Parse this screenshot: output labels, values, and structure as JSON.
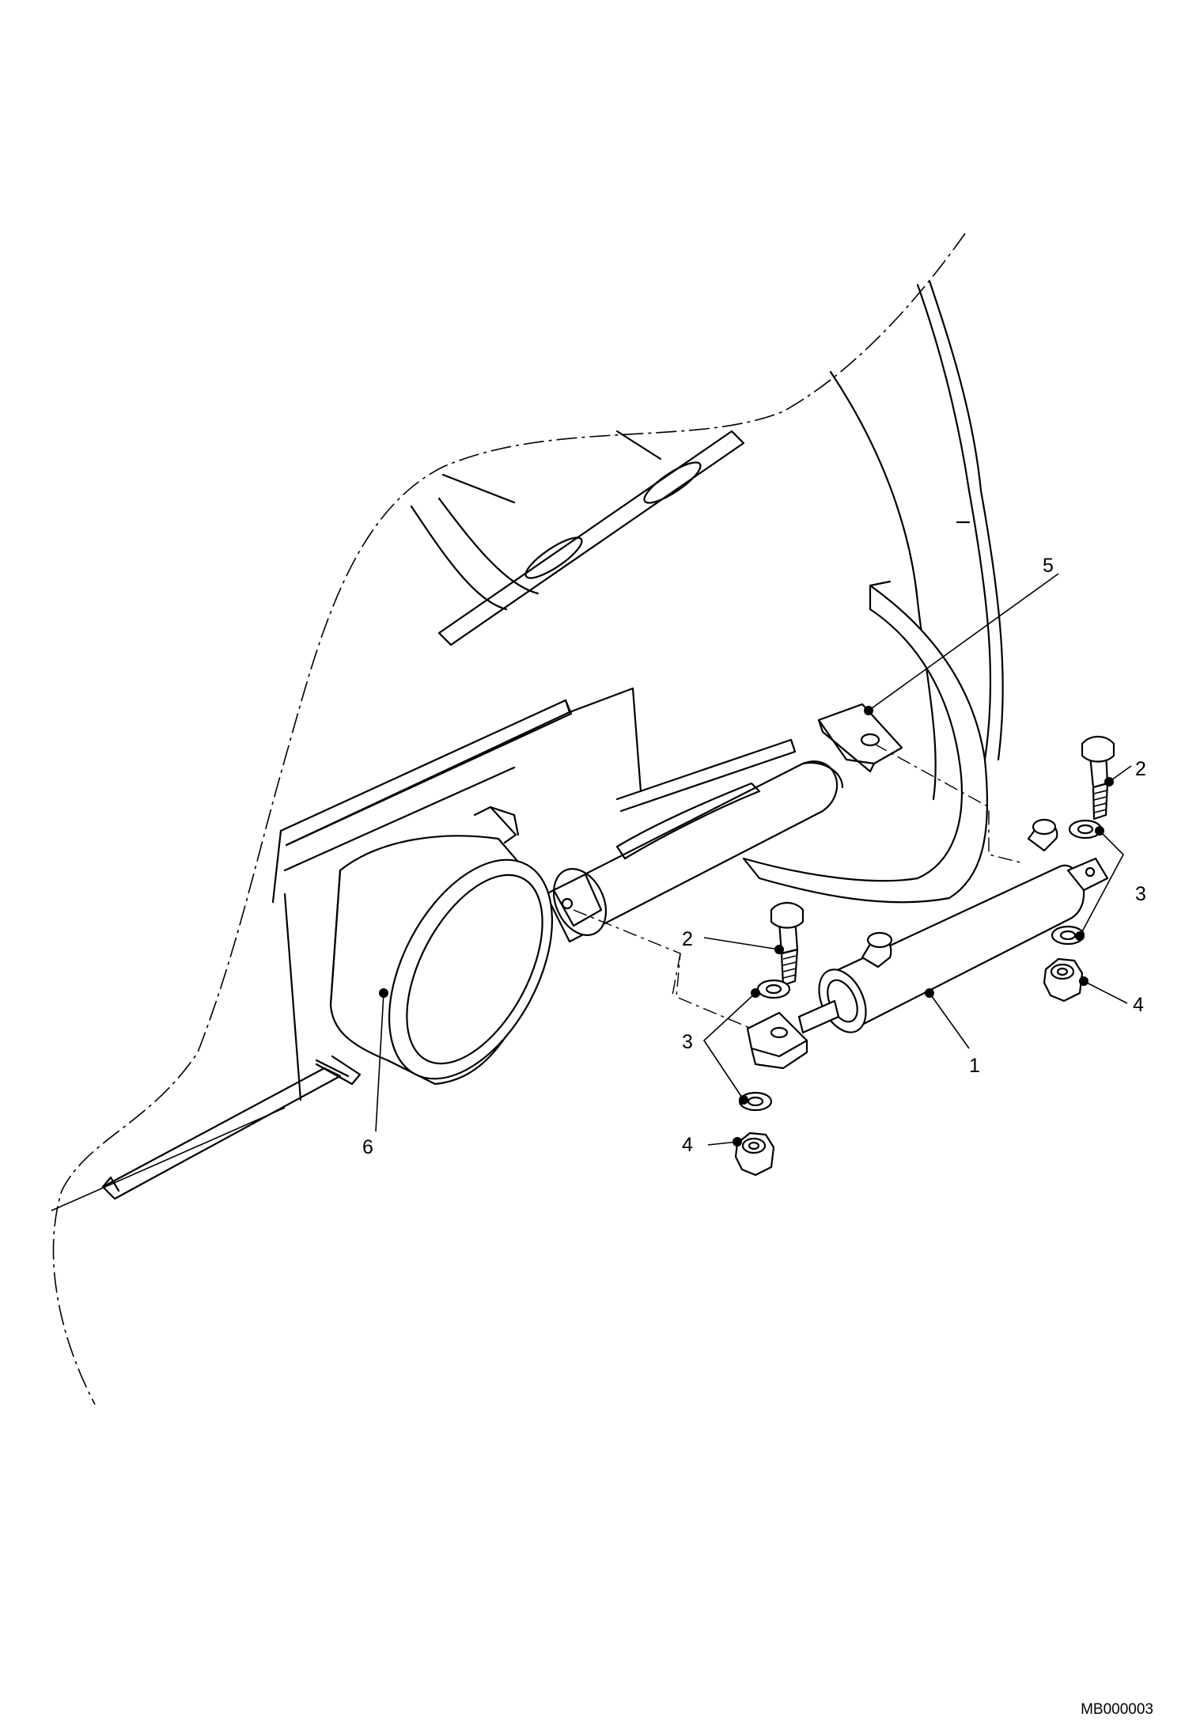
{
  "callouts": [
    {
      "id": "c1",
      "label": "1"
    },
    {
      "id": "c2a",
      "label": "2"
    },
    {
      "id": "c2b",
      "label": "2"
    },
    {
      "id": "c3a",
      "label": "3"
    },
    {
      "id": "c3b",
      "label": "3"
    },
    {
      "id": "c4a",
      "label": "4"
    },
    {
      "id": "c4b",
      "label": "4"
    },
    {
      "id": "c5",
      "label": "5"
    },
    {
      "id": "c6",
      "label": "6"
    }
  ],
  "drawing_code": "MB000003"
}
